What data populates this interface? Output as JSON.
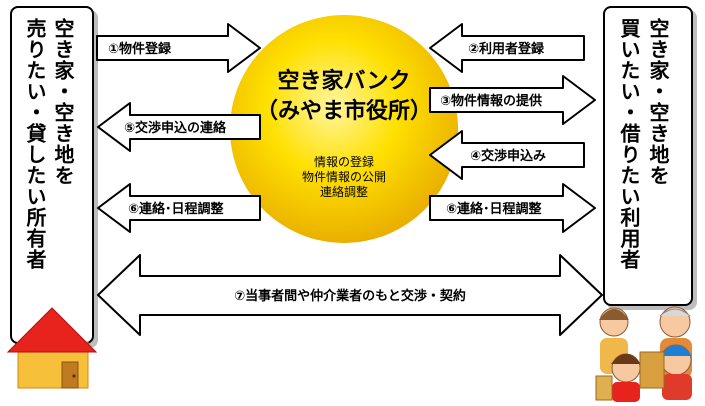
{
  "center": {
    "title_line1": "空き家バンク",
    "title_line2": "（みやま市役所）",
    "desc_line1": "情報の登録",
    "desc_line2": "物件情報の公開",
    "desc_line3": "連絡調整",
    "color": "#ffd700"
  },
  "left_party": {
    "col1": "空き家・空き地を",
    "col2": "売りたい・貸したい所有者"
  },
  "right_party": {
    "col1": "空き家・空き地を",
    "col2": "買いたい・借りたい利用者"
  },
  "arrows": {
    "a1": "①物件登録",
    "a2": "②利用者登録",
    "a3": "③物件情報の提供",
    "a4": "④交渉申込み",
    "a5": "⑤交渉申込の連絡",
    "a6_left": "⑥連絡･日程調整",
    "a6_right": "⑥連絡･日程調整",
    "a7": "⑦当事者間や仲介業者のもと交渉・契約"
  },
  "colors": {
    "house_roof": "#e8231e",
    "house_wall": "#f7c03a",
    "arrow_fill": "#ffffff",
    "box_shadow": "#bdbdbd"
  }
}
